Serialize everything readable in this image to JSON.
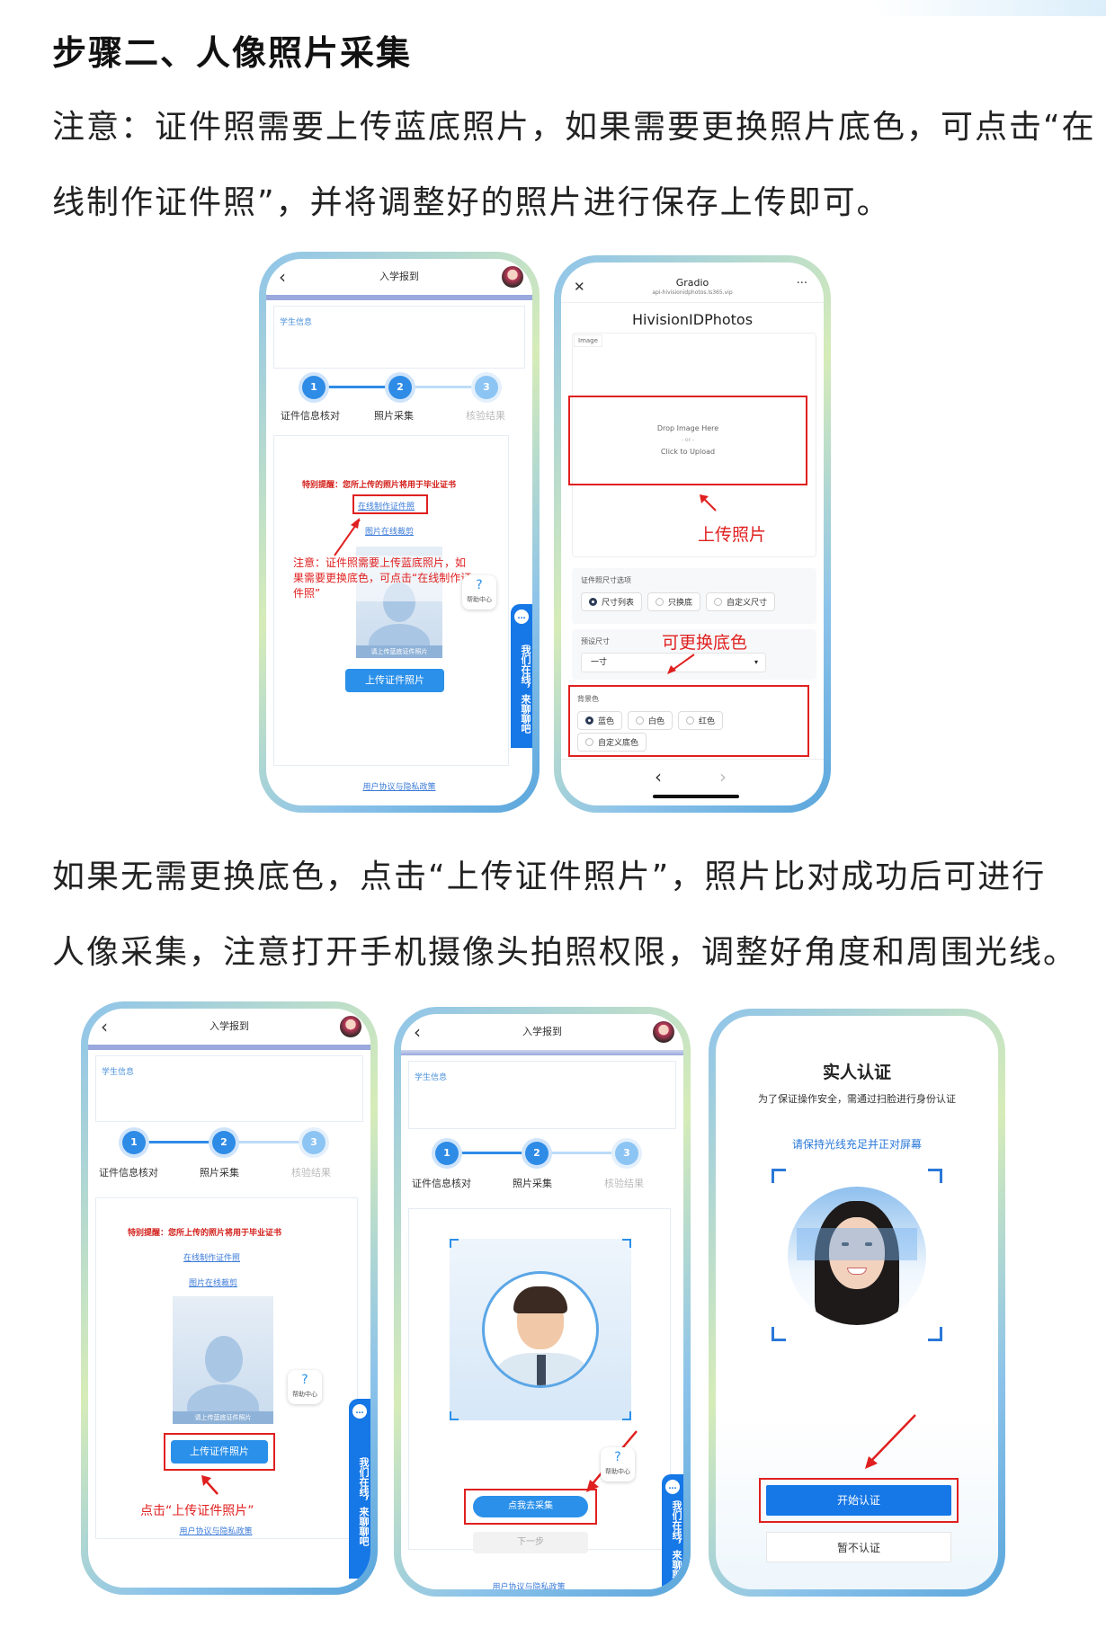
{
  "heading": "步骤二、人像照片采集",
  "para1": {
    "line1": "注意：证件照需要上传蓝底照片，如果需要更换照片底色，可点击“在",
    "line2": "线制作证件照”，并将调整好的照片进行保存上传即可。"
  },
  "para2": {
    "line1": "如果无需更换底色，点击“上传证件照片”，照片比对成功后可进行",
    "line2": "人像采集，注意打开手机摄像头拍照权限，调整好角度和周围光线。"
  },
  "common": {
    "header_title": "入学报到",
    "section": "学生信息",
    "step1": "证件信息核对",
    "step2": "照片采集",
    "step3": "核验结果",
    "n1": "1",
    "n2": "2",
    "n3": "3",
    "reminder": "特别提醒：您所上传的照片将用于毕业证书",
    "link_make": "在线制作证件照",
    "link_crop": "图片在线裁剪",
    "photo_hint": "请上传蓝底证件照片",
    "upload_btn": "上传证件照片",
    "help": "帮助中心",
    "help_icon": "?",
    "chat": "我们在线，来聊聊吧",
    "chat_icon": "…",
    "footer": "用户协议与隐私政策",
    "back": "‹"
  },
  "phone1": {
    "note": "注意：证件照需要上传蓝底照片，如果需要更换底色，可点击“在线制作证件照”"
  },
  "phone2": {
    "close": "✕",
    "title": "Gradio",
    "url": "api-hivisionidphotos.ls365.vip",
    "more": "···",
    "app_title": "HivisionIDPhotos",
    "image_tab": "Image",
    "drop1": "Drop Image Here",
    "drop_or": "- or -",
    "drop2": "Click to Upload",
    "annot_upload": "上传照片",
    "size_label": "证件照尺寸选项",
    "size_opts": [
      "尺寸列表",
      "只换底",
      "自定义尺寸"
    ],
    "preset_label": "预设尺寸",
    "annot_bg": "可更换底色",
    "preset_value": "一寸",
    "bg_label": "背景色",
    "bg_opts": [
      "蓝色",
      "白色",
      "红色",
      "自定义底色"
    ],
    "nav_prev": "‹",
    "nav_next": "›"
  },
  "phone3": {
    "annot": "点击“上传证件照片”"
  },
  "phone4": {
    "capture_btn": "点我去采集",
    "next_btn": "下一步"
  },
  "phone5": {
    "title": "实人认证",
    "desc": "为了保证操作安全，需通过扫脸进行身份认证",
    "tip": "请保持光线充足并正对屏幕",
    "start_btn": "开始认证",
    "skip_btn": "暂不认证"
  },
  "colors": {
    "accent": "#2a90ea",
    "annotation_red": "#e02020"
  }
}
